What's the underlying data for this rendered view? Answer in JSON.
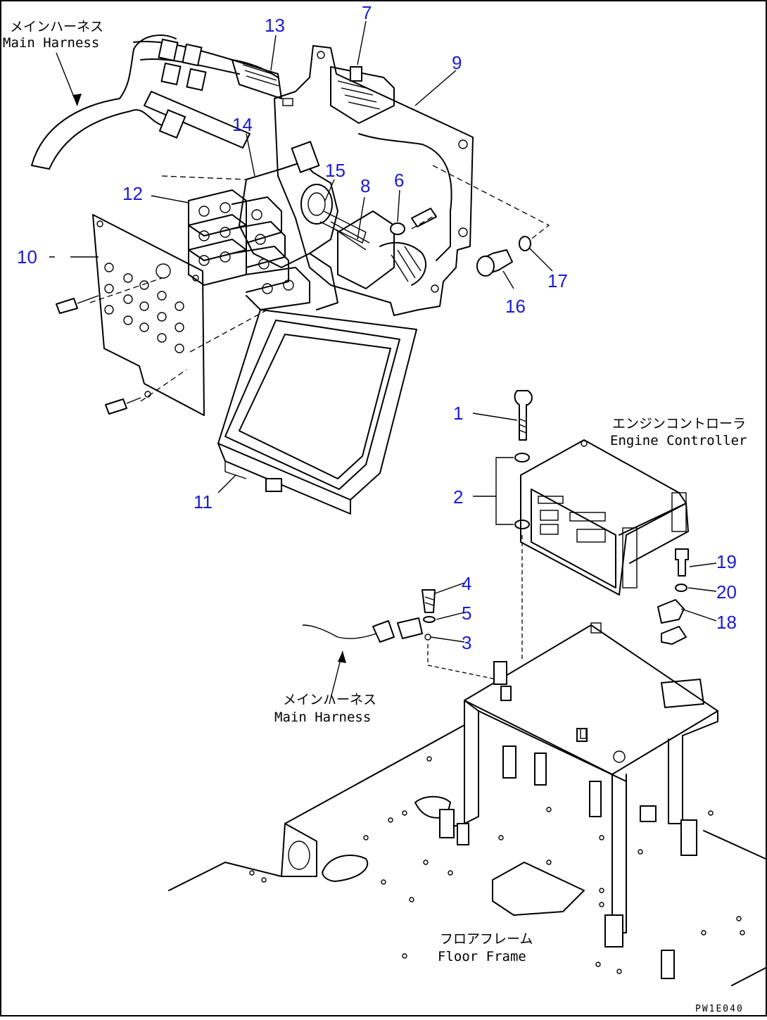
{
  "labels": {
    "main_harness_top_jp": "メインハーネス",
    "main_harness_top_en": "Main Harness",
    "engine_controller_jp": "エンジンコントローラ",
    "engine_controller_en": "Engine Controller",
    "main_harness_bottom_jp": "メインハーネス",
    "main_harness_bottom_en": "Main Harness",
    "floor_frame_jp": "フロアフレーム",
    "floor_frame_en": "Floor Frame",
    "drawing_code": "PW1E040"
  },
  "callouts": [
    "1",
    "2",
    "3",
    "4",
    "5",
    "6",
    "7",
    "8",
    "9",
    "10",
    "11",
    "12",
    "13",
    "14",
    "15",
    "16",
    "17",
    "18",
    "19",
    "20"
  ],
  "colors": {
    "callout": "#1a1ad6",
    "line": "#000000",
    "background": "#ffffff"
  }
}
